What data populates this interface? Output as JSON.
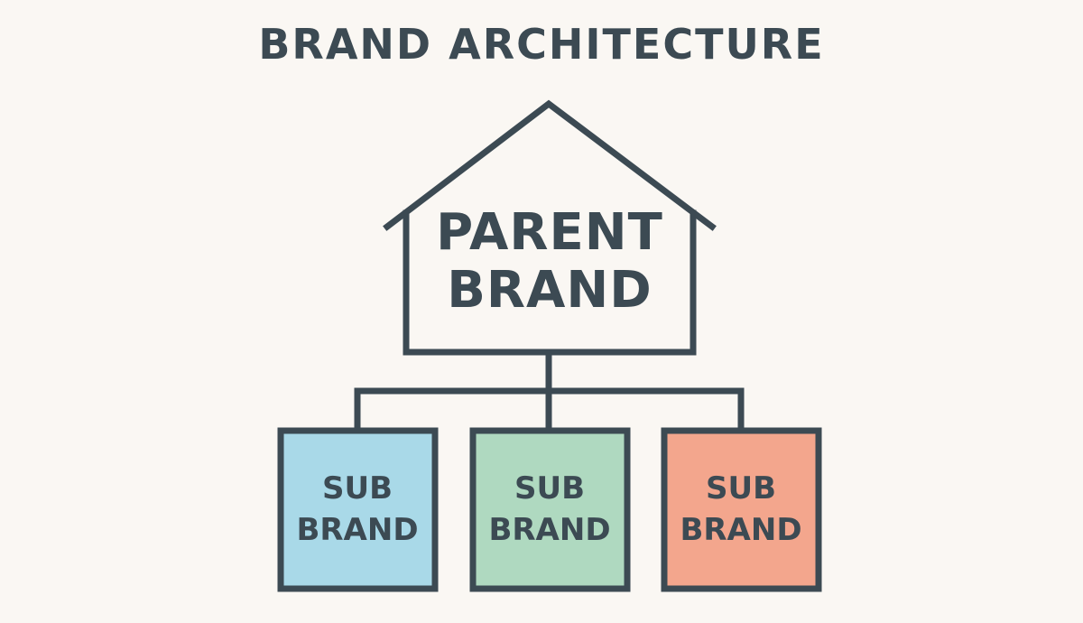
{
  "title": "BRAND ARCHITECTURE",
  "parent": {
    "line1": "PARENT",
    "line2": "BRAND"
  },
  "subs": [
    {
      "line1": "SUB",
      "line2": "BRAND",
      "color": "#a9d9e8"
    },
    {
      "line1": "SUB",
      "line2": "BRAND",
      "color": "#afd9c0"
    },
    {
      "line1": "SUB",
      "line2": "BRAND",
      "color": "#f3a68d"
    }
  ],
  "colors": {
    "stroke": "#3c4a53",
    "background": "#faf7f3",
    "text": "#3c4a53"
  }
}
